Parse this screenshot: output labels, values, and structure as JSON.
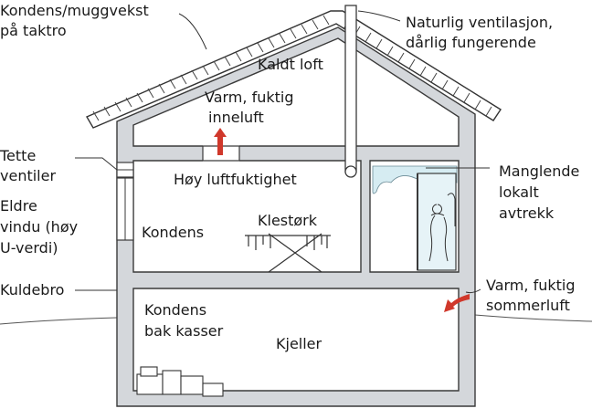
{
  "labels": {
    "kondens_muggvekst_1": "Kondens/muggvekst",
    "kondens_muggvekst_2": "på taktro",
    "naturlig_vent_1": "Naturlig ventilasjon,",
    "naturlig_vent_2": "dårlig fungerende",
    "kaldt_loft": "Kaldt loft",
    "varm_fuktig_inneluft_1": "Varm, fuktig",
    "varm_fuktig_inneluft_2": "inneluft",
    "tette_ventiler_1": "Tette",
    "tette_ventiler_2": "ventiler",
    "hoy_luftfuktighet": "Høy luftfuktighet",
    "manglende_1": "Manglende",
    "manglende_2": "lokalt",
    "manglende_3": "avtrekk",
    "eldre_vindu_1": "Eldre",
    "eldre_vindu_2": "vindu (høy",
    "eldre_vindu_3": "U-verdi)",
    "kondens": "Kondens",
    "klestork": "Klestørk",
    "kuldebro": "Kuldebro",
    "varm_sommerluft_1": "Varm, fuktig",
    "varm_sommerluft_2": "sommerluft",
    "kondens_kasser_1": "Kondens",
    "kondens_kasser_2": "bak kasser",
    "kjeller": "Kjeller"
  },
  "colors": {
    "wall_fill": "#d4d7db",
    "outline": "#3a3a3a",
    "arrow_red": "#d0382b",
    "shower_blue": "#d6ecf2"
  }
}
